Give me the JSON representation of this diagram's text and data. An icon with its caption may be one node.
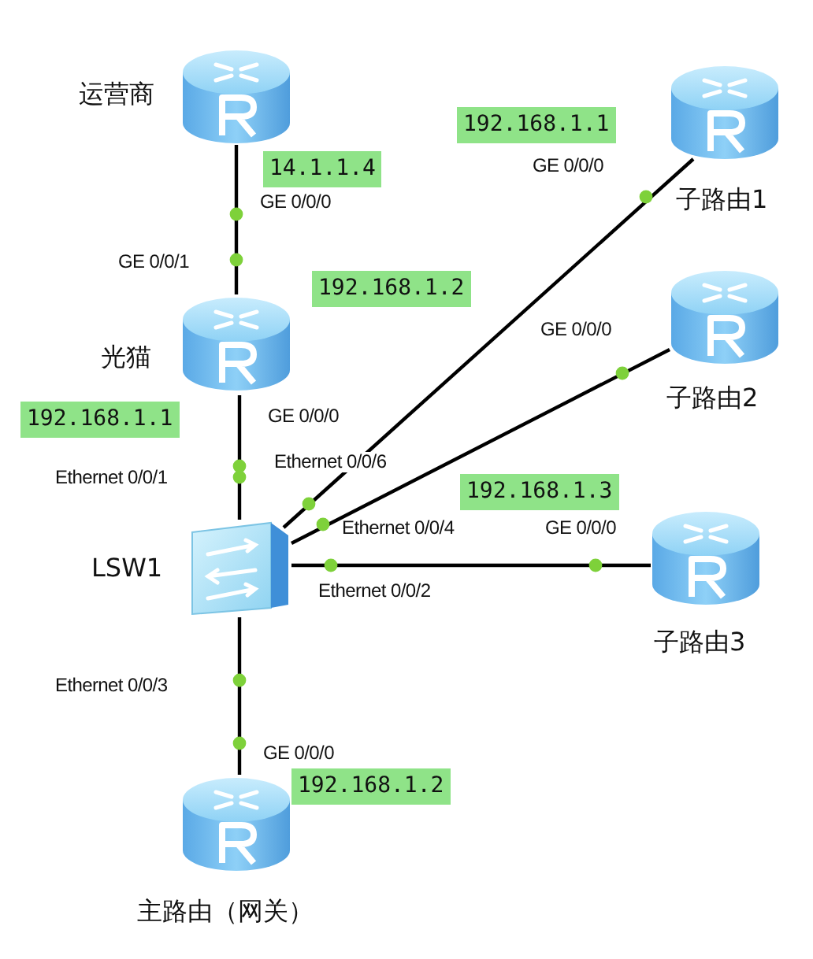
{
  "diagram": {
    "nodes": [
      {
        "text": [
          "运营商"
        ]
      },
      {
        "text": [
          "光猫"
        ]
      },
      {
        "text": [
          "LSW1"
        ]
      },
      {
        "text": [
          "主路由（网关）"
        ]
      },
      {
        "text": [
          "子路由1"
        ]
      },
      {
        "text": [
          "子路由2"
        ]
      },
      {
        "text": [
          "子路由3"
        ]
      }
    ],
    "edges": [
      {
        "from": 0,
        "to": 1,
        "arrow": "none"
      },
      {
        "from": 1,
        "to": 2,
        "arrow": "none"
      },
      {
        "from": 2,
        "to": 3,
        "arrow": "none"
      },
      {
        "from": 2,
        "to": 4,
        "arrow": "none"
      },
      {
        "from": 2,
        "to": 5,
        "arrow": "none"
      },
      {
        "from": 2,
        "to": 6,
        "arrow": "none"
      }
    ],
    "labels": [
      "14.1.1.4",
      "GE 0/0/0",
      "GE 0/0/1",
      "192.168.1.1",
      "GE 0/0/0",
      "192.168.1.2",
      "GE 0/0/0",
      "192.168.1.1",
      "GE 0/0/0",
      "Ethernet 0/0/6",
      "Ethernet 0/0/1",
      "192.168.1.3",
      "Ethernet 0/0/4",
      "GE 0/0/0",
      "Ethernet 0/0/2",
      "Ethernet 0/0/3",
      "GE 0/0/0",
      "192.168.1.2"
    ]
  }
}
